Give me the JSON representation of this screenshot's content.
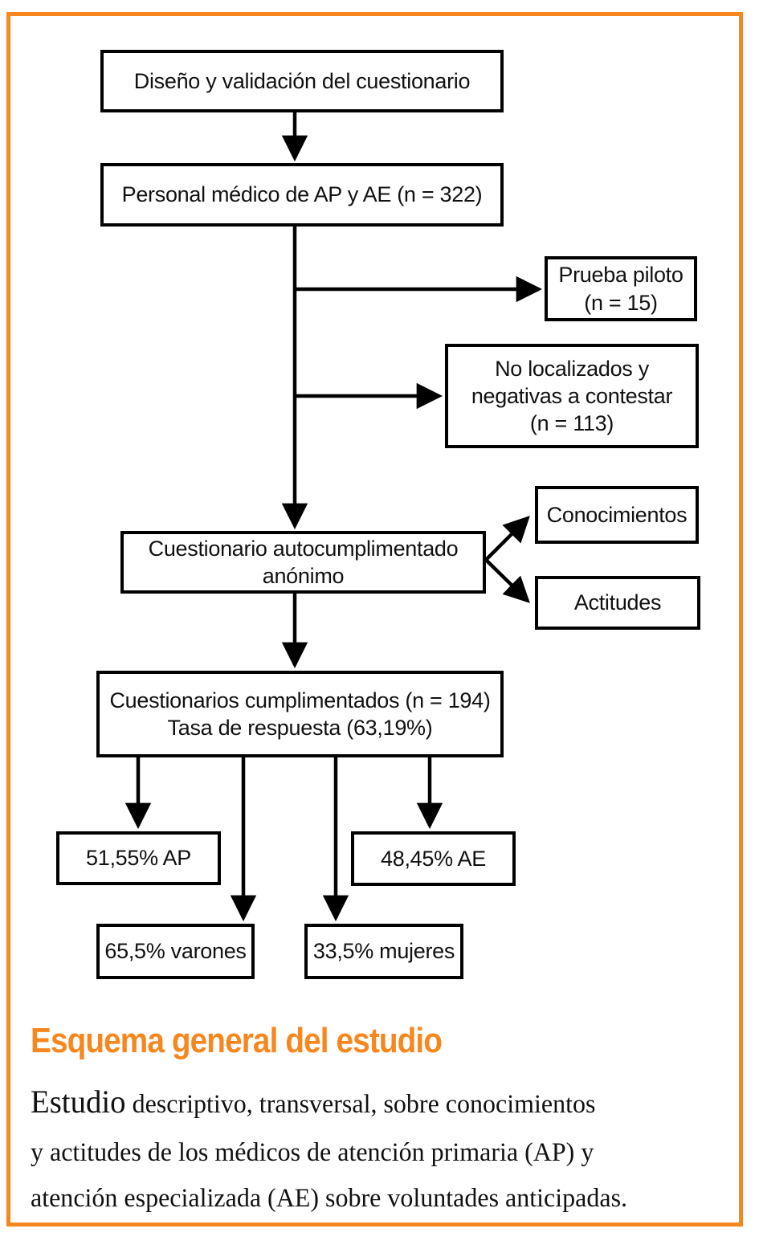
{
  "colors": {
    "accent": "#F6871F",
    "line": "#000000"
  },
  "flowchart": {
    "nodes": {
      "diseno": {
        "label": "Diseño y validación del cuestionario"
      },
      "personal": {
        "label": "Personal médico de AP y AE (n = 322)"
      },
      "prueba": {
        "label": "Prueba piloto\n(n = 15)"
      },
      "no_localizados": {
        "label": "No localizados y\nnegativas a contestar\n(n = 113)"
      },
      "cuestionario": {
        "label": "Cuestionario autocumplimentado\nanónimo"
      },
      "conocimientos": {
        "label": "Conocimientos"
      },
      "actitudes": {
        "label": "Actitudes"
      },
      "cumplimentados": {
        "label": "Cuestionarios cumplimentados (n = 194)\nTasa de respuesta (63,19%)"
      },
      "ap": {
        "label": "51,55% AP"
      },
      "ae": {
        "label": "48,45% AE"
      },
      "varones": {
        "label": "65,5% varones"
      },
      "mujeres": {
        "label": "33,5% mujeres"
      }
    }
  },
  "caption": {
    "heading": "Esquema general del estudio",
    "paragraph": {
      "lead": "Estudio",
      "line1_rest": " descriptivo, transversal, sobre conocimientos\n",
      "line2": "y actitudes de los médicos de atención primaria (AP) y\n",
      "line3": "atención especializada (AE) sobre voluntades anticipadas."
    }
  }
}
